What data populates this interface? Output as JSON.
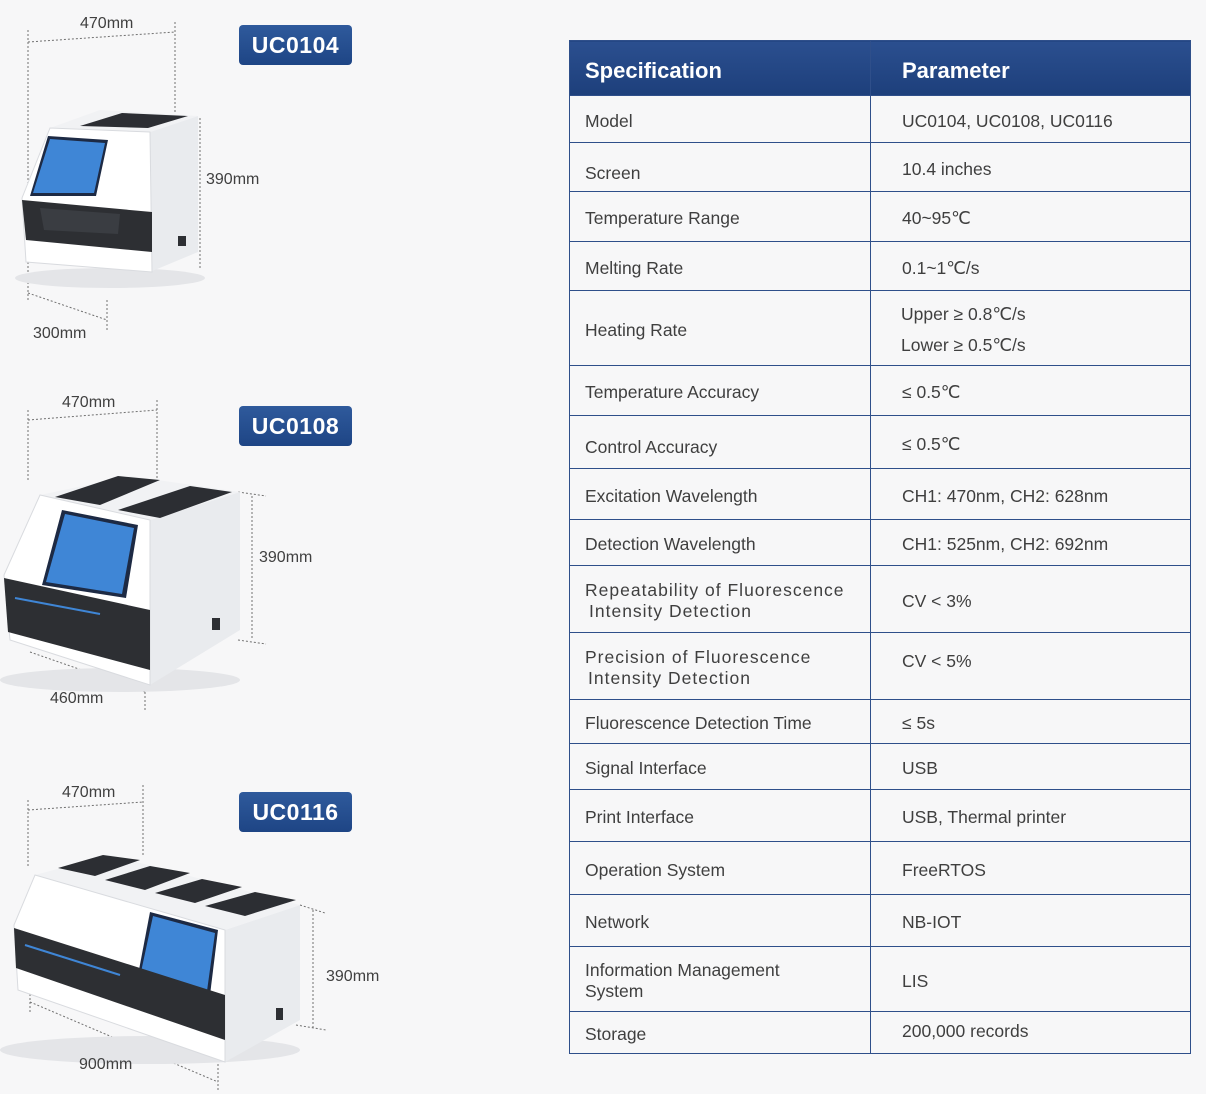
{
  "products": [
    {
      "model": "UC0104",
      "width": "470mm",
      "height": "390mm",
      "depth": "300mm",
      "slots": 1
    },
    {
      "model": "UC0108",
      "width": "470mm",
      "height": "390mm",
      "depth": "460mm",
      "slots": 2
    },
    {
      "model": "UC0116",
      "width": "470mm",
      "height": "390mm",
      "depth": "900mm",
      "slots": 4
    }
  ],
  "table": {
    "headers": [
      "Specification",
      "Parameter"
    ],
    "rows": [
      {
        "spec": "Model",
        "param": "UC0104, UC0108, UC0116"
      },
      {
        "spec": "Screen",
        "param": "10.4 inches"
      },
      {
        "spec": "Temperature Range",
        "param": "40~95℃"
      },
      {
        "spec": "Melting Rate",
        "param": "0.1~1℃/s"
      },
      {
        "spec": "Heating Rate",
        "param": [
          "Upper ≥ 0.8℃/s",
          "Lower ≥ 0.5℃/s"
        ]
      },
      {
        "spec": "Temperature Accuracy",
        "param": "≤ 0.5℃"
      },
      {
        "spec": "Control Accuracy",
        "param": "≤ 0.5℃"
      },
      {
        "spec": "Excitation Wavelength",
        "param": "CH1: 470nm, CH2: 628nm"
      },
      {
        "spec": "Detection Wavelength",
        "param": "CH1: 525nm, CH2: 692nm"
      },
      {
        "spec": [
          "Repeatability of Fluorescence",
          "Intensity Detection"
        ],
        "param": "CV < 3%"
      },
      {
        "spec": [
          "Precision of Fluorescence",
          "Intensity Detection"
        ],
        "param": "CV < 5%"
      },
      {
        "spec": "Fluorescence Detection Time",
        "param": "≤ 5s"
      },
      {
        "spec": "Signal Interface",
        "param": "USB"
      },
      {
        "spec": "Print Interface",
        "param": "USB, Thermal printer"
      },
      {
        "spec": "Operation System",
        "param": "FreeRTOS"
      },
      {
        "spec": "Network",
        "param": "NB-IOT"
      },
      {
        "spec": [
          "Information Management",
          "System"
        ],
        "param": "LIS"
      },
      {
        "spec": "Storage",
        "param": "200,000 records"
      }
    ]
  },
  "colors": {
    "accent": "#1e4585",
    "border": "#2f4f8a",
    "device_body": "#ffffff",
    "device_panel": "#2d2f33",
    "screen": "#3f86d6"
  },
  "icons": {
    "device_image": "pcr-analyzer-device-image",
    "dimension_line": "dimension-line"
  }
}
